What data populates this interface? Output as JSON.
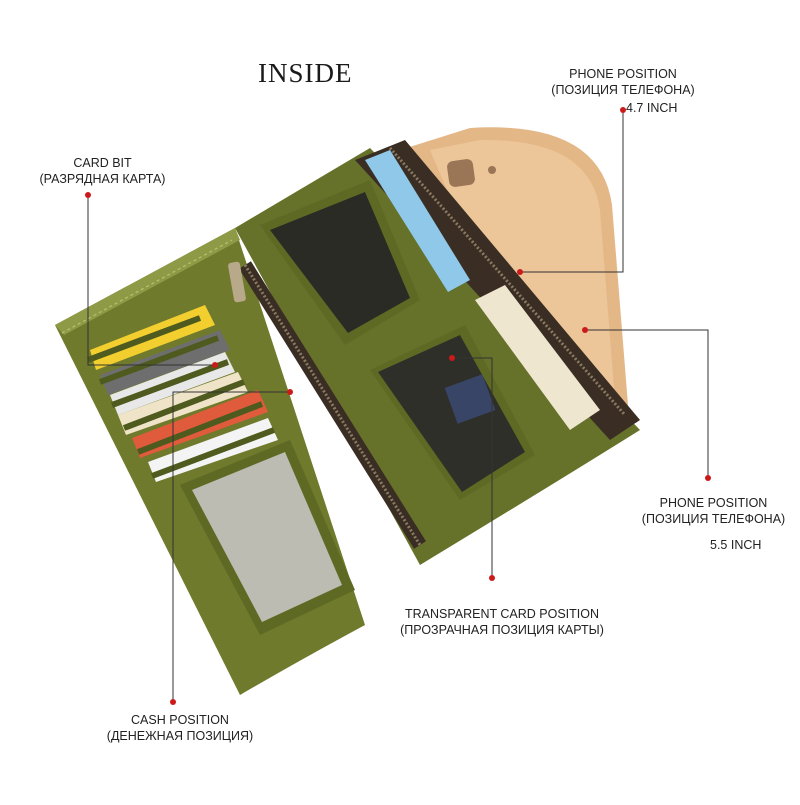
{
  "title": "INSIDE",
  "callouts": {
    "phone_small": {
      "label": "PHONE POSITION",
      "label_ru": "(ПОЗИЦИЯ ТЕЛЕФОНА)",
      "size": "4.7 INCH"
    },
    "card_bit": {
      "label": "CARD BIT",
      "label_ru": "(РАЗРЯДНАЯ КАРТА)"
    },
    "phone_large": {
      "label": "PHONE POSITION",
      "label_ru": "(ПОЗИЦИЯ ТЕЛЕФОНА)",
      "size": "5.5 INCH"
    },
    "transparent_card": {
      "label": "TRANSPARENT CARD POSITION",
      "label_ru": "(ПРОЗРАЧНАЯ ПОЗИЦИЯ КАРТЫ)"
    },
    "cash": {
      "label": "CASH POSITION",
      "label_ru": "(ДЕНЕЖНАЯ ПОЗИЦИЯ)"
    }
  },
  "colors": {
    "leather": "#6f7a2c",
    "leather_dark": "#4e5a1e",
    "leather_light": "#8e9a45",
    "phone": "#e6b98c",
    "marker": "#cc1a1a"
  }
}
